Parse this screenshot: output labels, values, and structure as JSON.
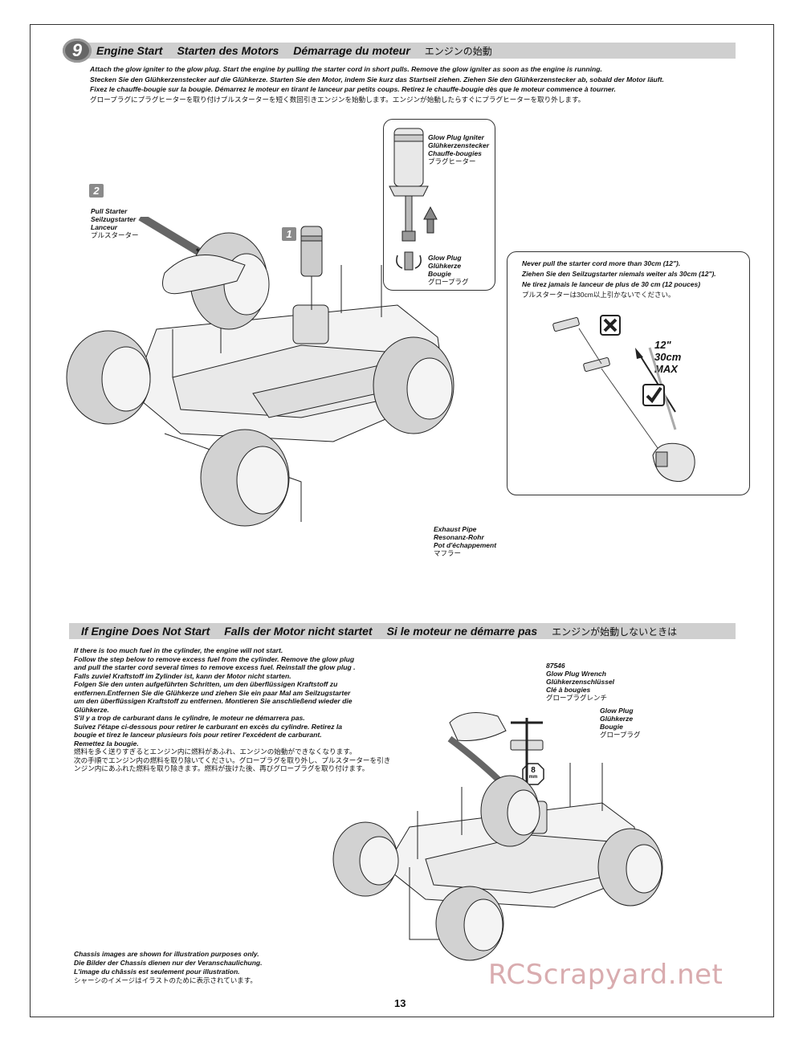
{
  "step": {
    "number": "9",
    "titles": [
      "Engine Start",
      "Starten des Motors",
      "Démarrage du moteur"
    ],
    "title_jp": "エンジンの始動",
    "instructions": [
      "Attach the glow igniter to the glow plug. Start the engine by pulling the starter cord in short pulls. Remove the glow igniter as soon as the engine is running.",
      "Stecken Sie den Glühkerzenstecker auf die Glühkerze. Starten Sie den Motor, indem Sie kurz das Startseil ziehen. Ziehen Sie den Glühkerzenstecker ab, sobald der Motor läuft.",
      "Fixez le chauffe-bougie sur la bougie. Démarrez le moteur en tirant le lanceur par petits coups. Retirez le chauffe-bougie dès que le moteur commence à tourner.",
      "グロープラグにプラグヒーターを取り付けプルスターターを短く数回引きエンジンを始動します。エンジンが始動したらすぐにプラグヒーターを取り外します。"
    ]
  },
  "callouts": {
    "num1": "1",
    "num2": "2",
    "pull_starter": [
      "Pull Starter",
      "Seilzugstarter",
      "Lanceur",
      "プルスターター"
    ],
    "glow_igniter": [
      "Glow Plug Igniter",
      "Glühkerzenstecker",
      "Chauffe-bougies",
      "プラグヒーター"
    ],
    "glow_plug_top": [
      "Glow Plug",
      "Glühkerze",
      "Bougie",
      "グロープラグ"
    ],
    "exhaust": [
      "Exhaust Pipe",
      "Resonanz-Rohr",
      "Pot d'échappement",
      "マフラー"
    ]
  },
  "warning": {
    "lines": [
      "Never pull the starter cord more than 30cm (12\").",
      "Ziehen Sie den Seilzugstarter niemals weiter als 30cm (12\").",
      "Ne tirez jamais le lanceur de plus de 30 cm (12 pouces)",
      "プルスターターは30cm以上引かないでください。"
    ],
    "max_label": [
      "12\"",
      "30cm",
      "MAX"
    ]
  },
  "section2": {
    "titles": [
      "If Engine Does Not Start",
      "Falls der Motor nicht startet",
      "Si le moteur ne démarre pas"
    ],
    "title_jp": "エンジンが始動しないときは",
    "en": [
      "If there is too much fuel in the cylinder, the engine will not start.",
      "Follow the step below to remove excess fuel from the cylinder. Remove the glow plug",
      "and pull the starter cord several times to remove excess fuel. Reinstall the glow plug ."
    ],
    "de": [
      "Falls zuviel Kraftstoff im Zylinder ist, kann der Motor nicht starten.",
      "Folgen Sie den unten aufgeführten Schritten, um den überflüssigen Kraftstoff zu",
      "entfernen.Entfernen Sie die Glühkerze und ziehen Sie ein paar Mal am Seilzugstarter",
      "um den überflüssigen Kraftstoff zu entfernen. Montieren Sie anschließend wieder die",
      "Glühkerze."
    ],
    "fr": [
      "S'il y a trop de carburant dans le cylindre, le moteur ne démarrera pas.",
      "Suivez l'étape ci-dessous pour retirer le carburant en excès du cylindre. Retirez la",
      "bougie et tirez le lanceur plusieurs fois pour retirer l'excédent de carburant.",
      "Remettez la bougie."
    ],
    "jp": [
      "燃料を多く送りすぎるとエンジン内に燃料があふれ、エンジンの始動ができなくなります。",
      "次の手順でエンジン内の燃料を取り除いてください。グロープラグを取り外し、プルスターターを引き",
      "ンジン内にあふれた燃料を取り除きます。燃料が抜けた後、再びグロープラグを取り付けます。"
    ],
    "wrench": [
      "87546",
      "Glow Plug Wrench",
      "Glühkerzenschlüssel",
      "Clé à bougies",
      "グロープラグレンチ"
    ],
    "glow_plug": [
      "Glow Plug",
      "Glühkerze",
      "Bougie",
      "グロープラグ"
    ],
    "wrench_size": [
      "8",
      "mm"
    ]
  },
  "disclaimer": [
    "Chassis images are shown for illustration purposes only.",
    "Die Bilder der Chassis dienen nur der Veranschaulichung.",
    "L'image du châssis est seulement pour illustration.",
    "シャーシのイメージはイラストのために表示されています。"
  ],
  "page_number": "13",
  "watermark": "RCScrapyard.net"
}
